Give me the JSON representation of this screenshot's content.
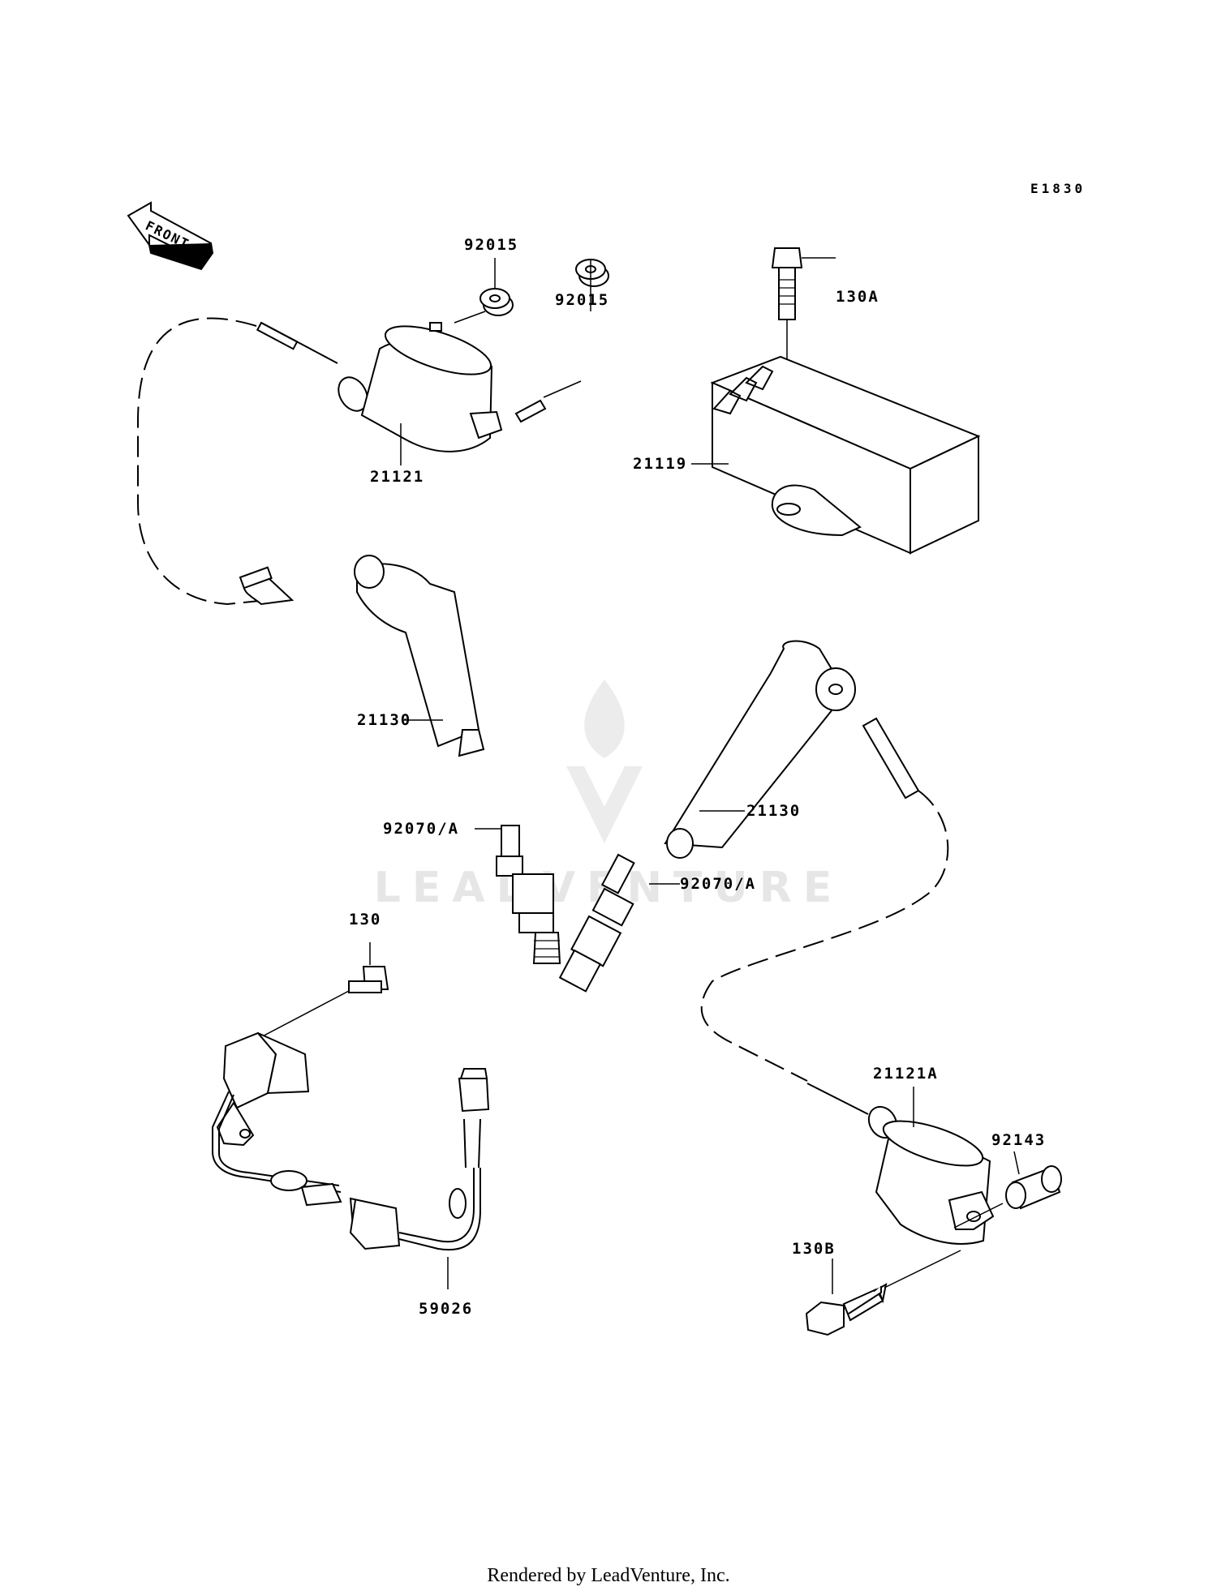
{
  "diagram": {
    "reference_code": "E1830",
    "front_label": "FRONT",
    "watermark": "LEADVENTURE",
    "footer": "Rendered by LeadVenture, Inc."
  },
  "parts": [
    {
      "id": "92015_a",
      "label": "92015"
    },
    {
      "id": "92015_b",
      "label": "92015"
    },
    {
      "id": "21121",
      "label": "21121"
    },
    {
      "id": "130A",
      "label": "130A"
    },
    {
      "id": "21119",
      "label": "21119"
    },
    {
      "id": "21130_a",
      "label": "21130"
    },
    {
      "id": "21130_b",
      "label": "21130"
    },
    {
      "id": "92070A_a",
      "label": "92070/A"
    },
    {
      "id": "92070A_b",
      "label": "92070/A"
    },
    {
      "id": "130",
      "label": "130"
    },
    {
      "id": "59026",
      "label": "59026"
    },
    {
      "id": "21121A",
      "label": "21121A"
    },
    {
      "id": "92143",
      "label": "92143"
    },
    {
      "id": "130B",
      "label": "130B"
    }
  ]
}
